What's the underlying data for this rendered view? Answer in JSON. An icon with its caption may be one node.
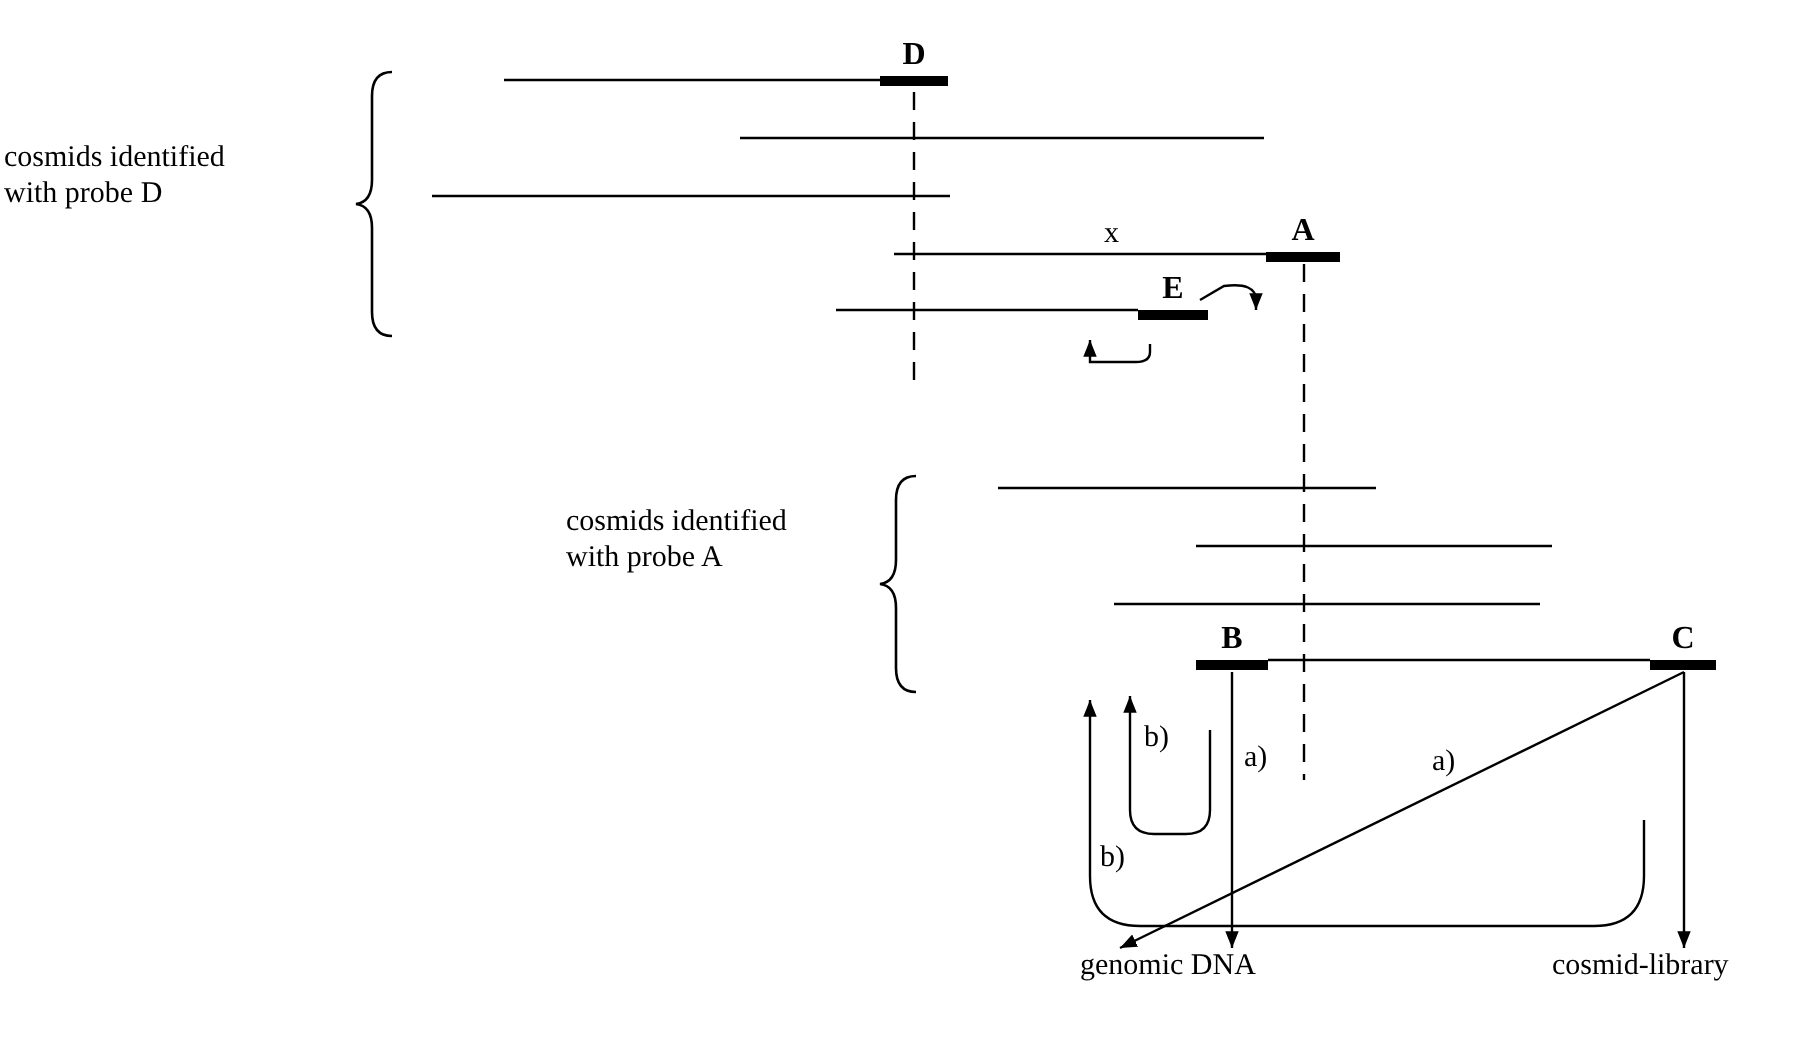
{
  "diagram": {
    "nodes": [
      {
        "text": [
          "D"
        ]
      },
      {
        "text": [
          "A"
        ]
      },
      {
        "text": [
          "E"
        ]
      },
      {
        "text": [
          "B"
        ]
      },
      {
        "text": [
          "C"
        ]
      },
      {
        "text": [
          "genomic DNA"
        ]
      },
      {
        "text": [
          "cosmid-library"
        ]
      }
    ],
    "edges": [
      {
        "from": 3,
        "to": 4,
        "arrow": "none"
      },
      {
        "from": 3,
        "to": 5,
        "arrow": "to",
        "label": "a)"
      },
      {
        "from": 4,
        "to": 5,
        "arrow": "to",
        "label": "a)"
      },
      {
        "from": 4,
        "to": 6,
        "arrow": "to"
      }
    ],
    "labels": [
      "cosmids identified with probe D",
      "x",
      "cosmids identified with probe A",
      "b)",
      "b)"
    ]
  }
}
